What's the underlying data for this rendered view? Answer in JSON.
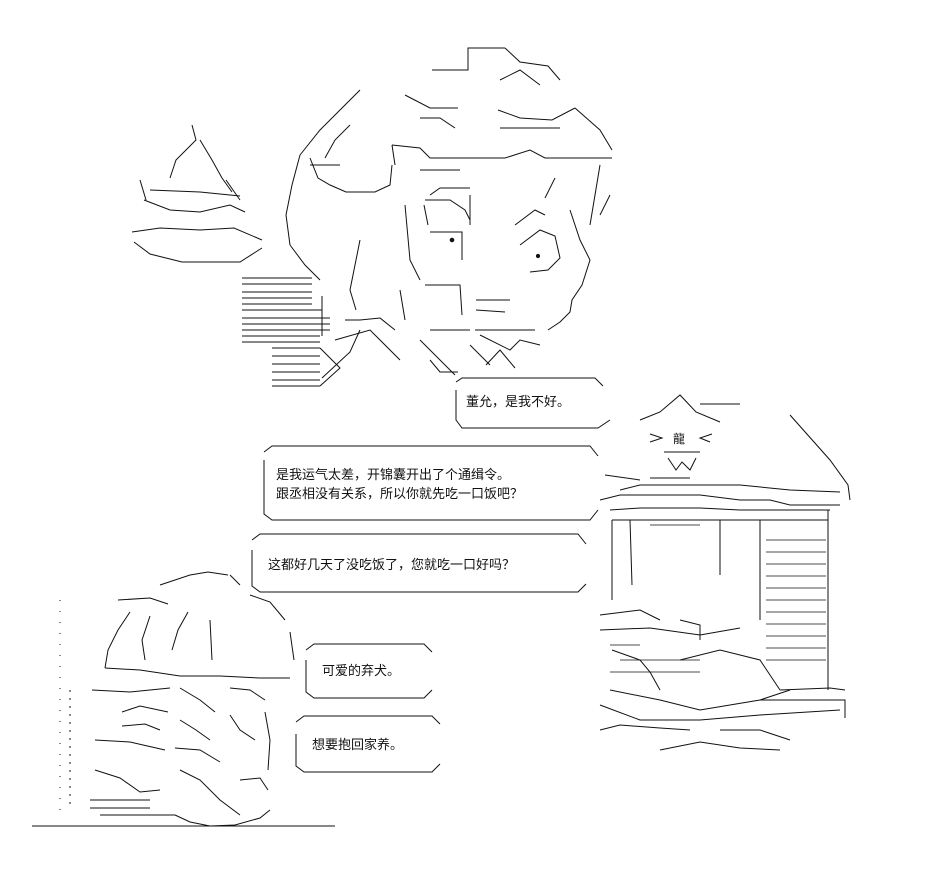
{
  "colors": {
    "background": "#ffffff",
    "ink": "#111111"
  },
  "bubbles": [
    {
      "id": "top",
      "lines": [
        "董允，是我不好。"
      ]
    },
    {
      "id": "luck",
      "lines": [
        "是我运气太差，开锦囊开出了个通缉令。",
        "跟丞相没有关系，所以你就先吃一口饭吧？"
      ]
    },
    {
      "id": "days",
      "lines": [
        "这都好几天了没吃饭了，您就吃一口好吗？"
      ]
    },
    {
      "id": "dog",
      "lines": [
        "可爱的弃犬。"
      ]
    },
    {
      "id": "home",
      "lines": [
        "想要抱回家养。"
      ]
    }
  ],
  "art_text": {
    "dragon_char": "龍"
  }
}
